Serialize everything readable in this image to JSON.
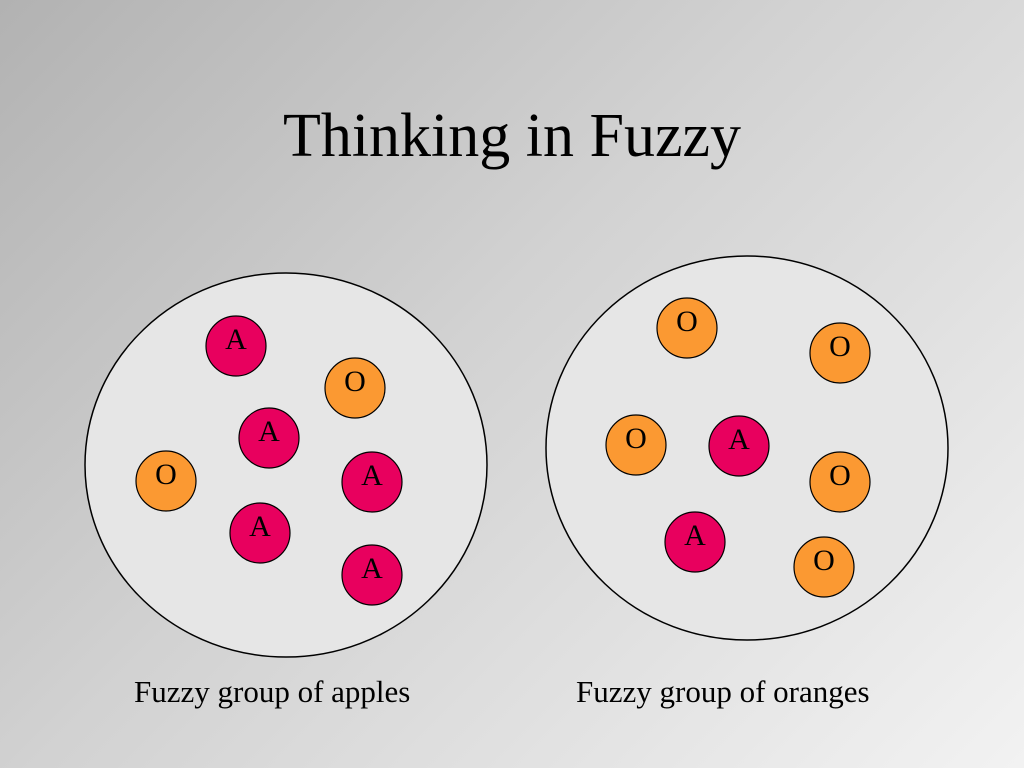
{
  "slide": {
    "title": "Thinking in Fuzzy"
  },
  "groups": [
    {
      "caption": "Fuzzy group of apples",
      "tokens": [
        {
          "kind": "apple",
          "label": "A"
        },
        {
          "kind": "orange",
          "label": "O"
        },
        {
          "kind": "apple",
          "label": "A"
        },
        {
          "kind": "orange",
          "label": "O"
        },
        {
          "kind": "apple",
          "label": "A"
        },
        {
          "kind": "apple",
          "label": "A"
        },
        {
          "kind": "apple",
          "label": "A"
        }
      ]
    },
    {
      "caption": "Fuzzy group of oranges",
      "tokens": [
        {
          "kind": "orange",
          "label": "O"
        },
        {
          "kind": "orange",
          "label": "O"
        },
        {
          "kind": "orange",
          "label": "O"
        },
        {
          "kind": "apple",
          "label": "A"
        },
        {
          "kind": "orange",
          "label": "O"
        },
        {
          "kind": "apple",
          "label": "A"
        },
        {
          "kind": "orange",
          "label": "O"
        }
      ]
    }
  ],
  "colors": {
    "apple": "#e8005e",
    "orange": "#fb9932",
    "group_fill": "#e6e6e6",
    "outline": "#000000"
  }
}
